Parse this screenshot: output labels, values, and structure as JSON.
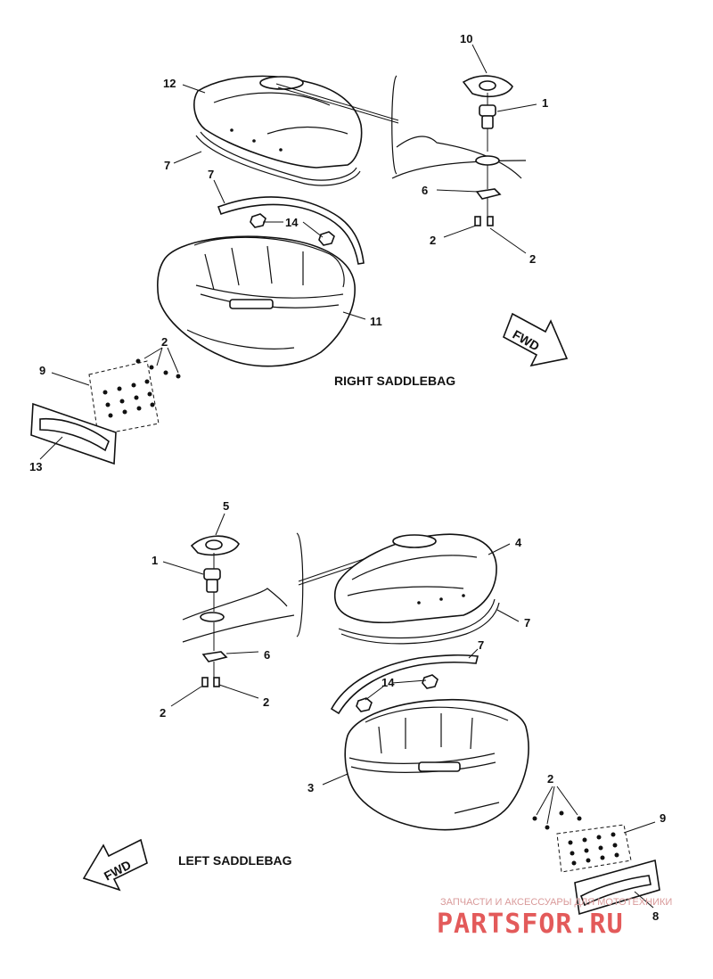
{
  "callouts": {
    "c10": "10",
    "c1a": "1",
    "c12": "12",
    "c7a": "7",
    "c7b": "7",
    "c6a": "6",
    "c14a": "14",
    "c2a": "2",
    "c2b": "2",
    "c11": "11",
    "c2c": "2",
    "c9a": "9",
    "c13": "13",
    "c5": "5",
    "c1b": "1",
    "c4": "4",
    "c7c": "7",
    "c7d": "7",
    "c6b": "6",
    "c14b": "14",
    "c2d": "2",
    "c2e": "2",
    "c3": "3",
    "c2f": "2",
    "c9b": "9",
    "c8": "8"
  },
  "titles": {
    "right": "RIGHT SADDLEBAG",
    "left": "LEFT SADDLEBAG"
  },
  "fwd": {
    "right": "FWD",
    "left": "FWD"
  },
  "watermark": {
    "caption": "ЗАПЧАСТИ И АКСЕССУАРЫ ДЛЯ МОТОТЕХНИКИ",
    "brand": "PARTSFOR.RU"
  }
}
